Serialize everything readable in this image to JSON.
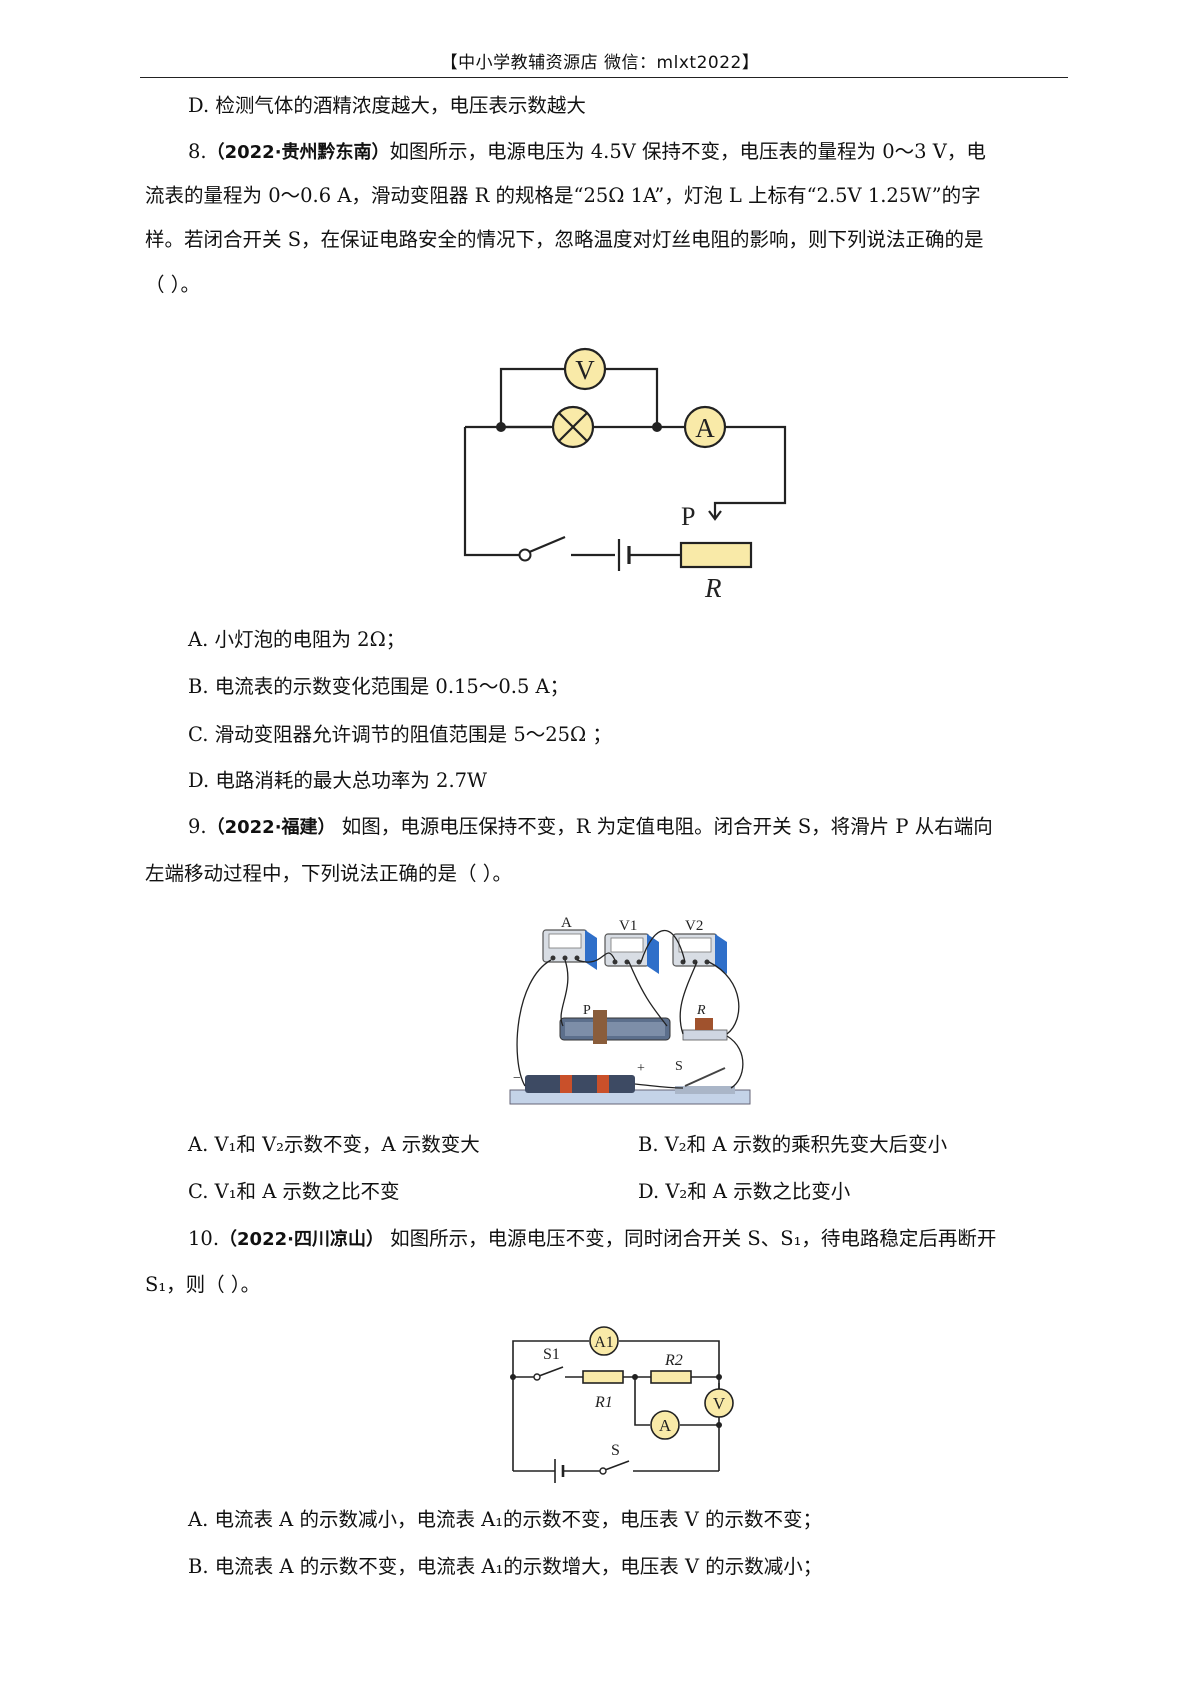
{
  "header": {
    "text": "【中小学教辅资源店  微信：mlxt2022】"
  },
  "prev_option": {
    "text": "D.  检测气体的酒精浓度越大，电压表示数越大"
  },
  "q8": {
    "number": "8.",
    "source": "（2022·贵州黔东南）",
    "line1": "如图所示，电源电压为 4.5V 保持不变，电压表的量程为 0～3 V，电",
    "line2": "流表的量程为 0～0.6 A，滑动变阻器 R 的规格是“25Ω    1A”，灯泡 L 上标有“2.5V    1.25W”的字",
    "line3": "样。若闭合开关 S，在保证电路安全的情况下，忽略温度对灯丝电阻的影响，则下列说法正确的是",
    "line4": "（    ）。",
    "diagram": {
      "voltmeter": "V",
      "ammeter": "A",
      "slider": "P",
      "resistor": "R"
    },
    "options": [
      "A.  小灯泡的电阻为 2Ω；",
      "B.  电流表的示数变化范围是 0.15～0.5 A；",
      "C.  滑动变阻器允许调节的阻值范围是 5～25Ω  ；",
      "D.  电路消耗的最大总功率为 2.7W"
    ]
  },
  "q9": {
    "number": "9.",
    "source": "（2022·福建）",
    "line1": " 如图，电源电压保持不变，R 为定值电阻。闭合开关 S，将滑片 P 从右端向",
    "line2": "左端移动过程中，下列说法正确的是（      ）。",
    "diagram": {
      "ammeter": "A",
      "v1": "V1",
      "v2": "V2",
      "slider": "P",
      "resistor": "R",
      "switch": "S",
      "minus": "−",
      "plus": "+"
    },
    "options": [
      "A.  V₁和 V₂示数不变，A 示数变大",
      "B.  V₂和 A 示数的乘积先变大后变小",
      "C.  V₁和 A 示数之比不变",
      "D.  V₂和 A 示数之比变小"
    ]
  },
  "q10": {
    "number": "10.",
    "source": "（2022·四川凉山）",
    "line1": " 如图所示，电源电压不变，同时闭合开关 S、S₁，待电路稳定后再断开",
    "line2": "S₁，则（      ）。",
    "diagram": {
      "a1": "A1",
      "a": "A",
      "v": "V",
      "s1": "S1",
      "s": "S",
      "r1": "R1",
      "r2": "R2"
    },
    "options": [
      "A.  电流表 A 的示数减小，电流表 A₁的示数不变，电压表 V 的示数不变；",
      "B.  电流表 A 的示数不变，电流表 A₁的示数增大，电压表 V 的示数减小；"
    ]
  },
  "colors": {
    "meter_fill": "#f9eaa8",
    "wire": "#222222"
  }
}
